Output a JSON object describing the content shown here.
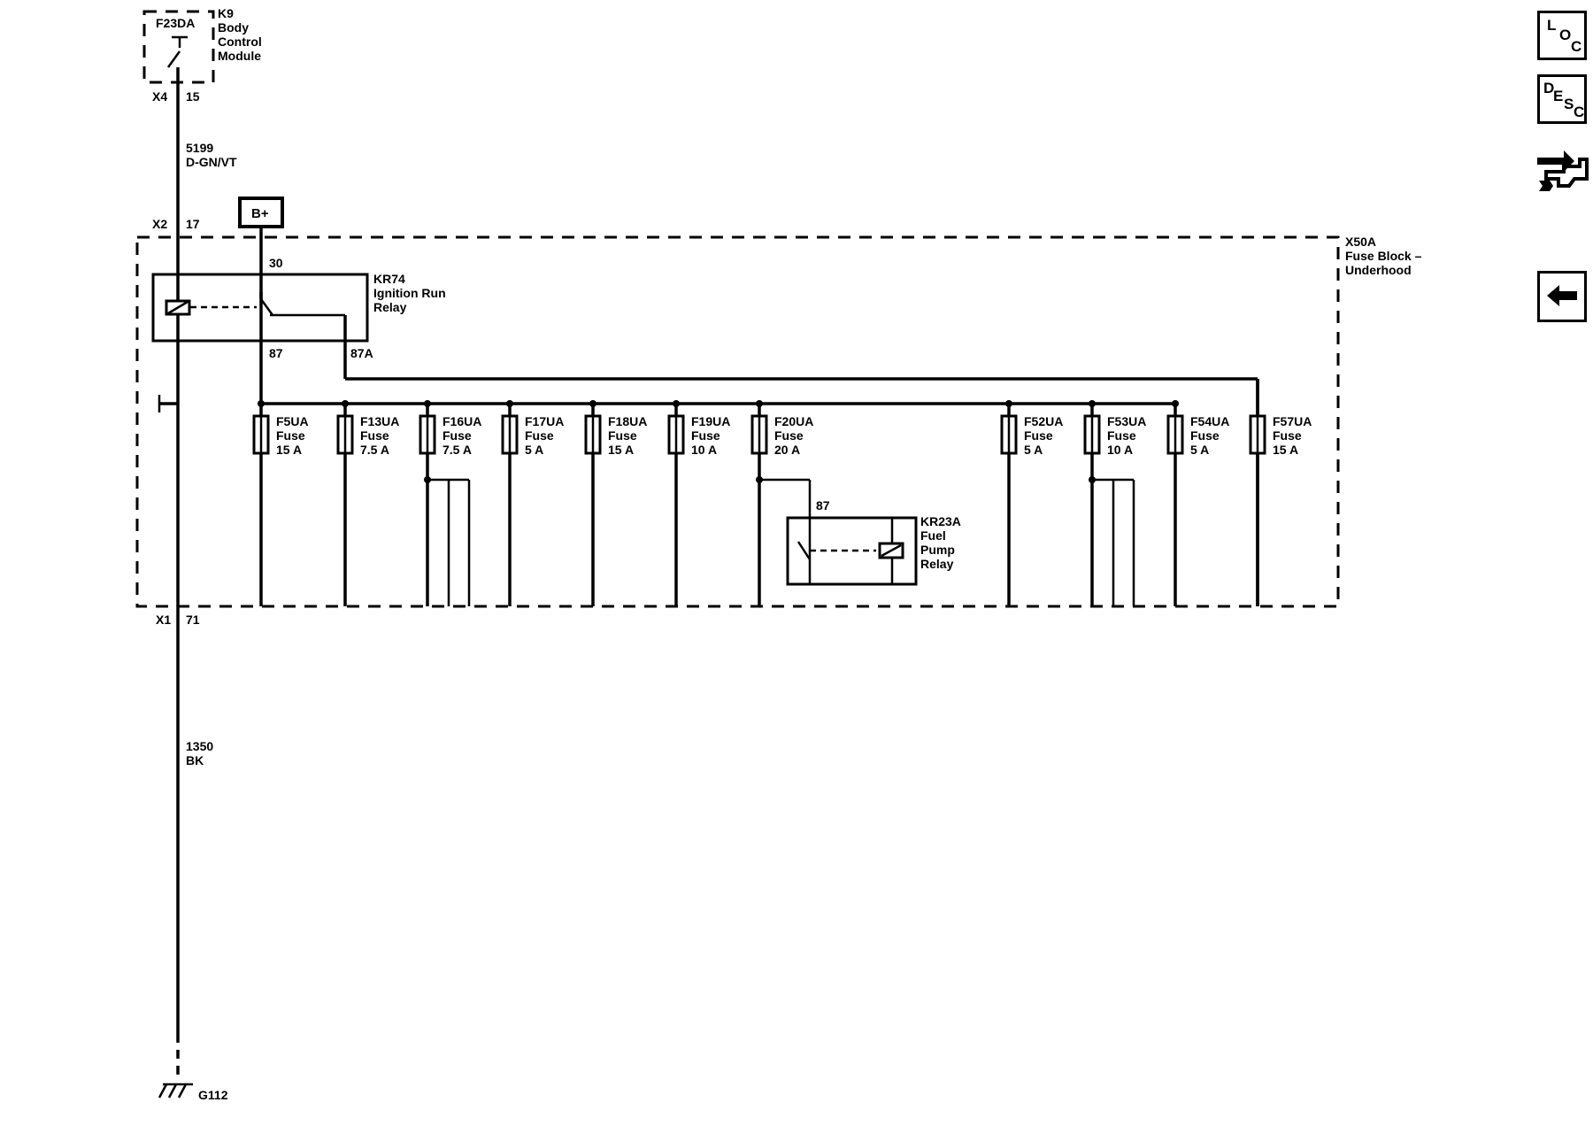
{
  "module": {
    "fuse_label": "F23DA",
    "id": "K9",
    "name_lines": [
      "Body",
      "Control",
      "Module"
    ],
    "connector": "X4",
    "pin": "15"
  },
  "wire_top": {
    "circuit": "5199",
    "color": "D-GN/VT"
  },
  "x2": {
    "connector": "X2",
    "pin": "17"
  },
  "bplus": "B+",
  "fuse_block": {
    "id": "X50A",
    "name_lines": [
      "Fuse Block –",
      "Underhood"
    ]
  },
  "relay_kr74": {
    "id": "KR74",
    "name_lines": [
      "Ignition Run",
      "Relay"
    ],
    "pin_30": "30",
    "pin_87": "87",
    "pin_87a": "87A"
  },
  "fuses": [
    {
      "id": "F5UA",
      "type": "Fuse",
      "rating": "15 A"
    },
    {
      "id": "F13UA",
      "type": "Fuse",
      "rating": "7.5 A"
    },
    {
      "id": "F16UA",
      "type": "Fuse",
      "rating": "7.5 A"
    },
    {
      "id": "F17UA",
      "type": "Fuse",
      "rating": "5 A"
    },
    {
      "id": "F18UA",
      "type": "Fuse",
      "rating": "15 A"
    },
    {
      "id": "F19UA",
      "type": "Fuse",
      "rating": "10 A"
    },
    {
      "id": "F20UA",
      "type": "Fuse",
      "rating": "20 A"
    },
    {
      "id": "F52UA",
      "type": "Fuse",
      "rating": "5 A"
    },
    {
      "id": "F53UA",
      "type": "Fuse",
      "rating": "10 A"
    },
    {
      "id": "F54UA",
      "type": "Fuse",
      "rating": "5 A"
    },
    {
      "id": "F57UA",
      "type": "Fuse",
      "rating": "15 A"
    }
  ],
  "relay_kr23a": {
    "id": "KR23A",
    "name_lines": [
      "Fuel",
      "Pump",
      "Relay"
    ],
    "pin_87": "87"
  },
  "x1": {
    "connector": "X1",
    "pin": "71"
  },
  "wire_bottom": {
    "circuit": "1350",
    "color": "BK"
  },
  "ground": "G112",
  "side_buttons": {
    "loc": {
      "l1": "L",
      "l2": "O",
      "l3": "C"
    },
    "desc": {
      "l1": "D",
      "l2": "E",
      "l3": "S",
      "l4": "C"
    },
    "connector_icon": "wrench-connector-icon",
    "back_icon": "back-arrow-icon"
  }
}
